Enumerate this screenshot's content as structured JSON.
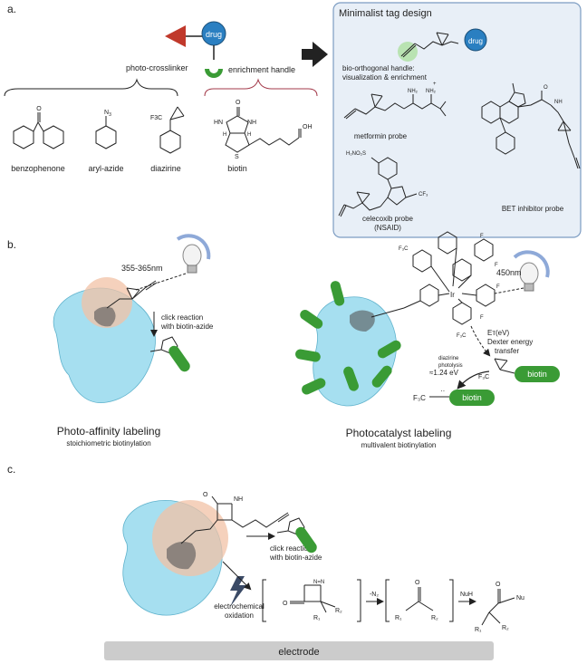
{
  "panels": {
    "a": "a.",
    "b": "b.",
    "c": "c."
  },
  "panel_a": {
    "drug": "drug",
    "photo_crosslinker": "photo-crosslinker",
    "enrichment_handle": "enrichment handle",
    "benzophenone": "benzophenone",
    "aryl_azide": "aryl-azide",
    "diazirine": "diazirine",
    "biotin": "biotin",
    "n3": "N",
    "n3_sub": "3",
    "f3c": "F3C",
    "oh": "OH",
    "o": "O",
    "hn": "HN",
    "nh": "NH",
    "h1": "H",
    "h2": "H",
    "s": "S",
    "tag_box_title": "Minimalist tag design",
    "tag_drug": "drug",
    "bio_handle_line1": "bio-orthogonal handle:",
    "bio_handle_line2": "visualization & enrichment",
    "metformin_probe": "metformin probe",
    "bet_probe": "BET inhibitor probe",
    "celecoxib_line1": "celecoxib probe",
    "celecoxib_line2": "(NSAID)",
    "h2no2s": "H₂NO₂S",
    "cf3": "CF₃",
    "nh2a": "NH₂",
    "nh2b": "NH₂",
    "plus": "+",
    "nh_bet": "NH",
    "o_bet": "O"
  },
  "panel_b": {
    "wavelength_left": "355-365nm",
    "click_line1": "click reaction",
    "click_line2": "with biotin-azide",
    "pal_title": "Photo-affinity labeling",
    "pal_sub": "stoichiometric biotinylation",
    "wavelength_right": "450nm",
    "ir": "Ir",
    "et_label": "Eᴛ(eV)",
    "dexter_line1": "Dexter energy",
    "dexter_line2": "transfer",
    "photolysis_line1": "diazirine",
    "photolysis_line2": "photolysis",
    "energy": "≈1.24 eV",
    "f3c_carbene": "F₃C",
    "biotin_a": "biotin",
    "biotin_b": "biotin",
    "f3c_diaz": "F₃C",
    "pcl_title": "Photocatalyst labeling",
    "pcl_sub": "multivalent biotinylation",
    "cf3a": "F₃C",
    "cf3b": "F₃C",
    "fa": "F",
    "fb": "F",
    "fc": "F",
    "fd": "F"
  },
  "panel_c": {
    "click_line1": "click reaction",
    "click_line2": "with biotin-azide",
    "electro_line1": "electrochemical",
    "electro_line2": "oxidation",
    "n2_loss": "-N₂",
    "nuh": "NuH",
    "electrode": "electrode",
    "r1a": "R₁",
    "r2a": "R₂",
    "r1b": "R₁",
    "r2b": "R₂",
    "r1c": "R₁",
    "r2c": "R₂",
    "nu": "Nu",
    "oa": "O",
    "ob": "O",
    "oc": "O",
    "od": "O",
    "nh_c": "NH"
  },
  "colors": {
    "drug_blue": "#2a7fc1",
    "handle_green": "#3a9b35",
    "crosslinker_red": "#c0392b",
    "protein_cyan": "#a6dff0",
    "highlight_peach": "#f2c2a6",
    "tag_box_bg": "#e8eff7",
    "tag_box_border": "#7c9cc2",
    "bulb_ring": "#8ea9d8",
    "electrode_gray": "#cccccc"
  }
}
